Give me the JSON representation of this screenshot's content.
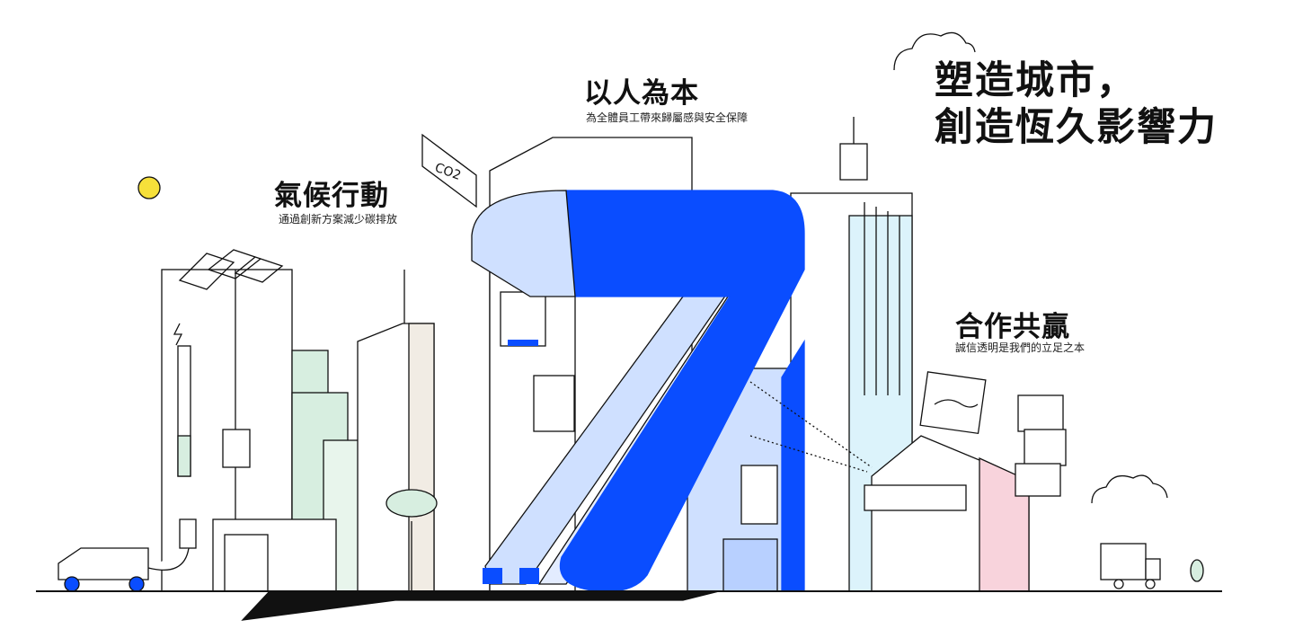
{
  "hero": {
    "headline_line1": "塑造城市，",
    "headline_line2": "創造恆久影響力"
  },
  "pillars": [
    {
      "title": "以人為本",
      "subtitle": "為全體員工帶來歸屬感與安全保障"
    },
    {
      "title": "氣候行動",
      "subtitle": "通過創新方案減少碳排放"
    },
    {
      "title": "合作共贏",
      "subtitle": "誠信透明是我們的立足之本"
    }
  ],
  "illustration": {
    "sign_text": "CO2",
    "accent_color": "#0a4dff",
    "light_blue": "#cfe0ff",
    "green": "#d7eee0",
    "pink": "#f8d3dc",
    "sky_blue": "#dcf3fb",
    "sun_color": "#f6e03a"
  }
}
